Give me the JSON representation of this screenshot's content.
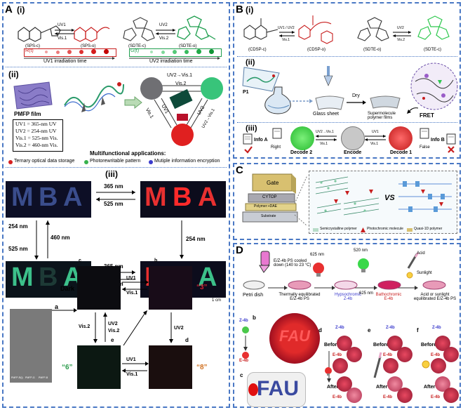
{
  "panels": {
    "A": {
      "label": "A",
      "sub_i": "(i)",
      "sub_ii": "(ii)",
      "sub_iii": "(iii)",
      "top": {
        "m1": "(SPS-c)",
        "m2": "(SPS-o)",
        "m3": "(SDTE-c)",
        "m4": "(SDTE-o)",
        "uv1": "UV1",
        "vis1": "Vis.1",
        "uv2": "UV2",
        "vis2": "Vis.2",
        "r_label": "R(t)",
        "g_label": "G(t)",
        "uv1_time": "UV1 irradiation time",
        "uv2_time": "UV2 irradiation time"
      },
      "ii": {
        "film": "PMFP film",
        "defs": [
          "UV1 = 365-nm UV",
          "UV2 = 254-nm UV",
          "Vis.1 = 525-nm Vis.",
          "Vis.2 = 460-nm Vis."
        ],
        "cycle": {
          "top": "UV2→Vis.1",
          "top2": "Vis.2",
          "left": "Vis.1",
          "left2": "UV1",
          "right": "UV2",
          "right2": "UV2→Vis.1"
        },
        "apps_title": "Multifunctional applications:",
        "apps": [
          "Ternary optical data storage",
          "Photorewritable pattern",
          "Mutiple information encryption"
        ],
        "app_colors": [
          "#d62020",
          "#37b24d",
          "#3b3bcc"
        ]
      },
      "iii": {
        "letters": [
          "M",
          "B",
          "A"
        ],
        "nm365": "365 nm",
        "nm525": "525 nm",
        "nm254": "254 nm",
        "nm460": "460 nm",
        "scale": "1 cm",
        "dark": "Dark",
        "n3": "“3”",
        "n6": "“6”",
        "n8": "“8”",
        "uv1": "UV1",
        "vis1": "Vis.1",
        "uv2": "UV2",
        "vis2": "Vis.2",
        "a": "a",
        "b": "b",
        "c": "c",
        "d": "d",
        "e": "e",
        "legend": [
          "PMFP-R(i)",
          "PMFP-G",
          "PMFP-B"
        ]
      }
    },
    "B": {
      "label": "B",
      "sub_i": "(i)",
      "sub_ii": "(ii)",
      "sub_iii": "(iii)",
      "mols": [
        "(CDSP-c)",
        "(CDSP-o)",
        "(SDTE-o)",
        "(SDTE-c)"
      ],
      "arrows": {
        "a1": "UV1 / UV2",
        "a2": "Vis.1",
        "a3": "UV2",
        "a4": "Vis.2"
      },
      "ii": {
        "p1": "P1",
        "glass": "Glass sheet",
        "dry": "Dry",
        "films": "Supermolecule polymer films",
        "fret": "FRET"
      },
      "iii": {
        "infoA": "Info A",
        "right": "Right",
        "decode2": "Decode 2",
        "encode": "Encode",
        "decode1": "Decode 1",
        "false": "False",
        "infoB": "Info B",
        "uv2vis1": "UV2→Vis.1",
        "vis1": "Vis.1",
        "uv1": "UV1"
      }
    },
    "C": {
      "label": "C",
      "gate": "Gate",
      "cytop": "CYTOP",
      "polymer": "Polymer:+DAE",
      "substrate": "Substrate",
      "vs": "VS",
      "legend": [
        "Semicrystalline polymer",
        "Photochromic molecule",
        "Quasi-1D polymer"
      ]
    },
    "D": {
      "label": "D",
      "steps": [
        "Petri dish",
        "Thermally equilibrated E/Z-4b PS",
        "Hypsochromic Z-4b",
        "Bathochromic E-4b",
        "Acid or sunlight equilibrated E/Z-4b PS"
      ],
      "ps": "E/Z-4b PS cooled down (140 to 23 °C)",
      "nm625": "625 nm",
      "nm520": "520 nm",
      "nm625b": "625 nm",
      "acid": "Acid",
      "sunlight": "Sunlight",
      "z4b": "Z-4b",
      "e4b": "E-4b",
      "b": "b",
      "c": "c",
      "d": "d",
      "e": "e",
      "f": "f",
      "before": "Before",
      "after": "After",
      "fau": "FAU"
    }
  }
}
